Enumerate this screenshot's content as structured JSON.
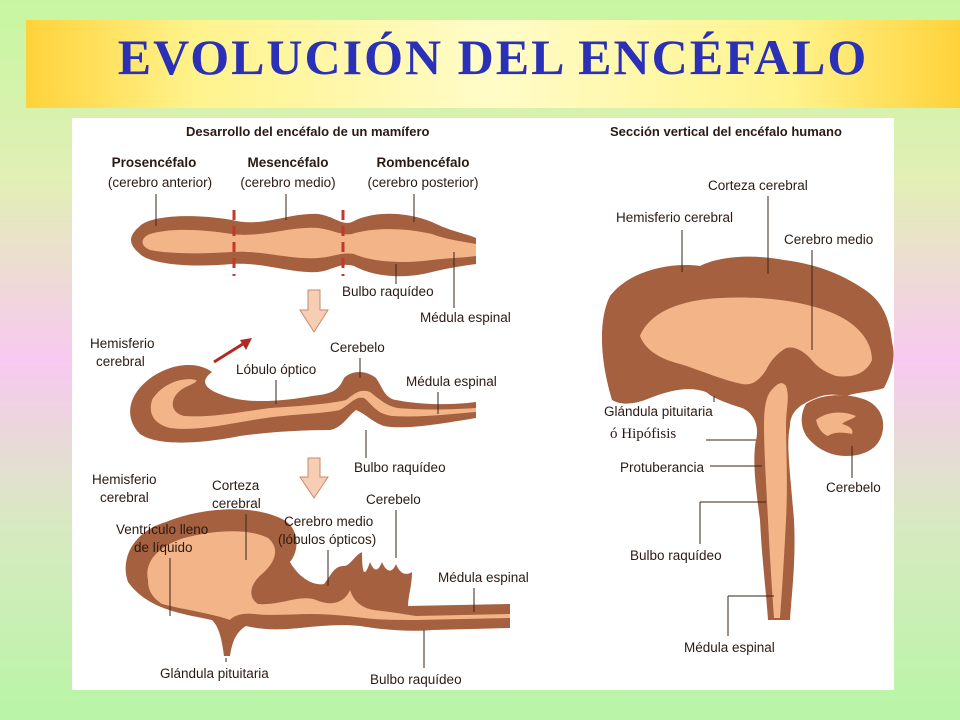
{
  "title": "EVOLUCIÓN DEL ENCÉFALO",
  "colors": {
    "tissue_dark": "#a4603f",
    "tissue_light": "#f3b487",
    "title_text": "#2a31b8",
    "arrow_fill": "#f7cdb4",
    "arrow_red": "#b22a1f"
  },
  "left": {
    "heading": "Desarrollo del encéfalo de un mamífero",
    "stage1": {
      "prosencefalo": "Prosencéfalo",
      "prosencefalo_sub": "(cerebro anterior)",
      "mesencefalo": "Mesencéfalo",
      "mesencefalo_sub": "(cerebro medio)",
      "rombencefalo": "Rombencéfalo",
      "rombencefalo_sub": "(cerebro posterior)",
      "bulbo": "Bulbo raquídeo",
      "medula": "Médula espinal"
    },
    "stage2": {
      "hemisferio_1": "Hemisferio",
      "hemisferio_2": "cerebral",
      "lobulo": "Lóbulo óptico",
      "cerebelo": "Cerebelo",
      "medula": "Médula espinal",
      "bulbo": "Bulbo raquídeo"
    },
    "stage3": {
      "hemisferio_1": "Hemisferio",
      "hemisferio_2": "cerebral",
      "corteza_1": "Corteza",
      "corteza_2": "cerebral",
      "cerebelo": "Cerebelo",
      "cerebro_medio_1": "Cerebro medio",
      "cerebro_medio_2": "(lóbulos ópticos)",
      "ventriculo_1": "Ventrículo lleno",
      "ventriculo_2": "de líquido",
      "medula": "Médula espinal",
      "glandula": "Glándula pituitaria",
      "bulbo": "Bulbo raquídeo"
    }
  },
  "right": {
    "heading": "Sección vertical del encéfalo humano",
    "corteza": "Corteza cerebral",
    "hemisferio": "Hemisferio cerebral",
    "cerebro_medio": "Cerebro medio",
    "glandula": "Glándula pituitaria",
    "hipofisis": "ó Hipófisis",
    "protuberancia": "Protuberancia",
    "cerebelo": "Cerebelo",
    "bulbo": "Bulbo raquídeo",
    "medula": "Médula espinal"
  }
}
